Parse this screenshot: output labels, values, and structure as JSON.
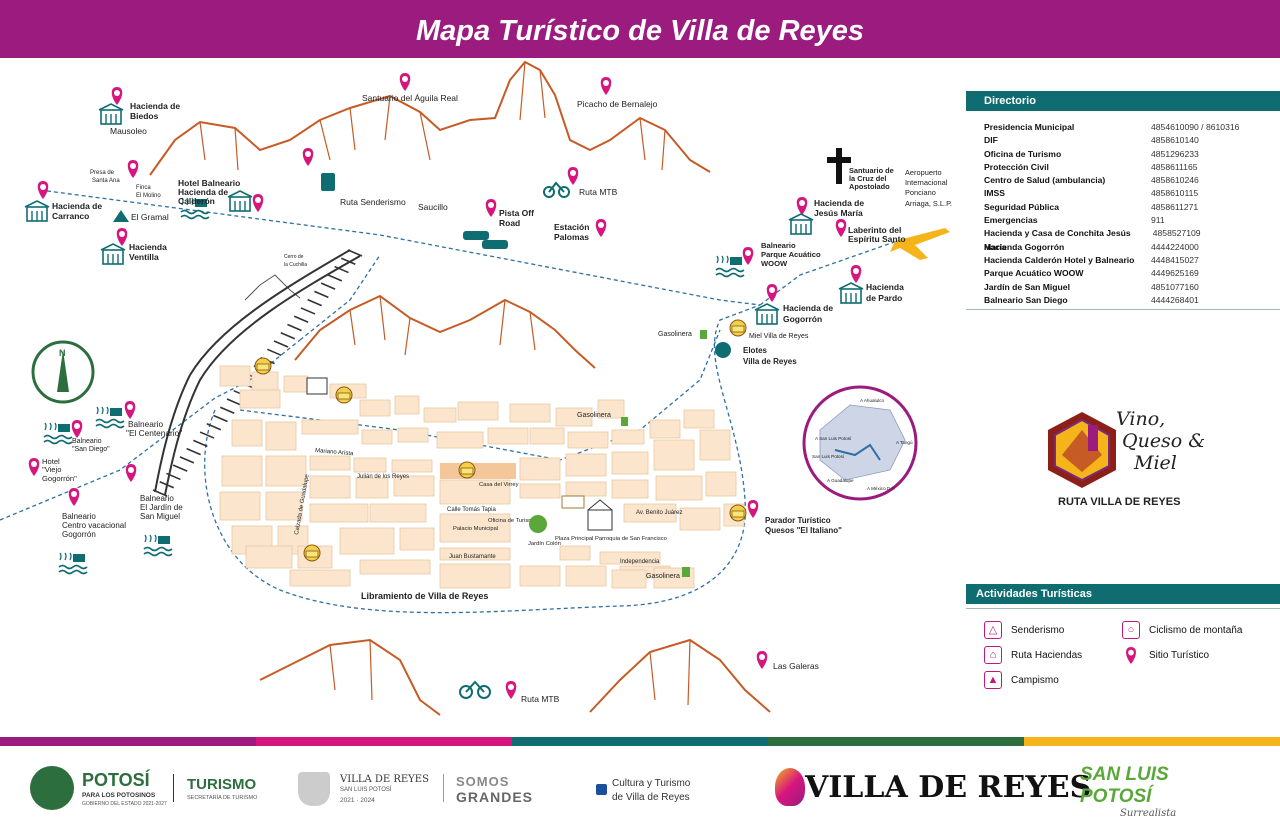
{
  "title": "Mapa Turístico de Villa de Reyes",
  "colors": {
    "header": "#9b1b7f",
    "pin": "#d6167e",
    "teal": "#0f6d72",
    "mountain": "#c65b25",
    "block": "#fbe6cd"
  },
  "places": {
    "hacienda_biedos": "Hacienda de Biedos",
    "mausoleo": "Mausoleo",
    "santuario_aguila": "Santuario del Águila Real",
    "picacho": "Picacho de Bernalejo",
    "presa_santa_ana": "Presa de Santa Ana",
    "finca_molino": "Finca El Molino",
    "balneario_calderon": "Hotel Balneario Hacienda de Calderón",
    "ruta_senderismo": "Ruta Senderismo",
    "saucillo": "Saucillo",
    "pista_off_road": "Pista Off Road",
    "ruta_mtb_top": "Ruta MTB",
    "estacion_palomas": "Estación Palomas",
    "hacienda_carranco": "Hacienda de Carranco",
    "el_gramal": "El Gramal",
    "hacienda_ventilla": "Hacienda Ventilla",
    "santuario_cruz": "Santuario de la Cruz del Apostolado",
    "aeropuerto": "Aeropuerto Internacional Ponciano Arriaga, S.L.P.",
    "hacienda_jesus_maria": "Hacienda de Jesús María",
    "laberinto": "Laberinto del Espíritu Santo",
    "parque_woow": "Balneario Parque Acuático WOOW",
    "hacienda_pardo": "Hacienda de Pardo",
    "hacienda_gogorron": "Hacienda de Gogorrón",
    "gasolinera_1": "Gasolinera",
    "miel": "Miel Villa de Reyes",
    "elotes": "Elotes Villa de Reyes",
    "gasolinera_2": "Gasolinera",
    "cerro_cuchilla": "Cerro de la Cuchilla",
    "balneario_centenario": "Balneario \"El Centenario\"",
    "balneario_san_diego": "Balneario \"San Diego\"",
    "hotel_viejo_gogorron": "Hotel \"Viejo Gogorrón\"",
    "balneario_san_miguel": "Balneario El Jardín de San Miguel",
    "centro_vacacional": "Balneario Centro vacacional Gogorrón",
    "parador_queso": "Parador Turístico Quesos \"El Italiano\"",
    "libramiento": "Libramiento de Villa de Reyes",
    "las_galeras": "Las Galeras",
    "ruta_mtb_bottom": "Ruta MTB",
    "gasolinera_3": "Gasolinera"
  },
  "streets": {
    "mariano_arista": "Mariano Arista",
    "julian_reyes": "Julián de los Reyes",
    "calle_tomas": "Calle Tomás Tapia",
    "calzada_guadalupe": "Calzada de Guadalupe",
    "benito_juarez": "Av. Benito Juárez",
    "juan_bustamante": "Juan Bustamante",
    "independencia": "Independencia"
  },
  "town": {
    "casa_virrey": "Casa del Virrey",
    "palacio": "Palacio Municipal",
    "oficina_turismo": "Oficina de Turismo",
    "jardin_colon": "Jardín Colón",
    "plaza_principal": "Plaza Principal",
    "parroquia": "Parroquia de San Francisco"
  },
  "directory": {
    "title": "Directorio",
    "rows": [
      {
        "name": "Presidencia Municipal",
        "phone": "4854610090 / 8610316"
      },
      {
        "name": "DIF",
        "phone": "4858610140"
      },
      {
        "name": "Oficina de Turismo",
        "phone": "4851296233"
      },
      {
        "name": "Protección Civil",
        "phone": "4858611165"
      },
      {
        "name": "Centro de Salud (ambulancia)",
        "phone": "4858610246"
      },
      {
        "name": "IMSS",
        "phone": "4858610115"
      },
      {
        "name": "Seguridad Pública",
        "phone": "4858611271"
      },
      {
        "name": "Emergencias",
        "phone": "911"
      },
      {
        "name": "Hacienda y Casa de Conchita Jesús María",
        "phone": "4858527109"
      },
      {
        "name": "Hacienda Gogorrón",
        "phone": "4444224000"
      },
      {
        "name": "Hacienda Calderón Hotel y Balneario",
        "phone": "4448415027"
      },
      {
        "name": "Parque Acuático WOOW",
        "phone": "4449625169"
      },
      {
        "name": "Jardín de San Miguel",
        "phone": "4851077160"
      },
      {
        "name": "Balneario San Diego",
        "phone": "4444268401"
      }
    ]
  },
  "activities": {
    "title": "Actividades Turísticas",
    "items": [
      {
        "label": "Senderismo",
        "icon": "hiker-icon"
      },
      {
        "label": "Ciclismo de montaña",
        "icon": "cyclist-icon"
      },
      {
        "label": "Ruta  Haciendas",
        "icon": "hacienda-icon"
      },
      {
        "label": "Sitio Turístico",
        "icon": "pin-icon"
      },
      {
        "label": "Campismo",
        "icon": "tent-icon"
      }
    ]
  },
  "ruta_logo": {
    "line1": "Vino,",
    "line2": "Queso &",
    "line3": "Miel",
    "subtitle": "RUTA VILLA DE REYES"
  },
  "inset_map": {
    "labels": [
      "A Ahualulco",
      "A Tangú",
      "A San Luis Potosí",
      "San Luis Potosí",
      "A Guadalupe",
      "A México D.F."
    ]
  },
  "footer": {
    "potosi": "POTOSÍ",
    "potosi_sub": "PARA LOS POTOSINOS",
    "potosi_sub2": "GOBIERNO DEL ESTADO 2021-2027",
    "turismo": "TURISMO",
    "turismo_sub": "SECRETARÍA DE TURISMO",
    "villa_line1": "VILLA DE REYES",
    "villa_line2": "SAN LUIS POTOSÍ",
    "villa_line3": "2021 · 2024",
    "somos1": "SOMOS",
    "somos2": "GRANDES",
    "fb_line1": "Cultura y Turismo",
    "fb_line2": "de Villa de Reyes",
    "vdr_logo": "VILLA DE REYES",
    "slp1": "SAN LUIS POTOSÍ",
    "slp2": "Surrealista"
  },
  "stripe_colors": [
    "#9b1b7f",
    "#d6167e",
    "#0f6d72",
    "#2d6e3e",
    "#f4b41a"
  ]
}
